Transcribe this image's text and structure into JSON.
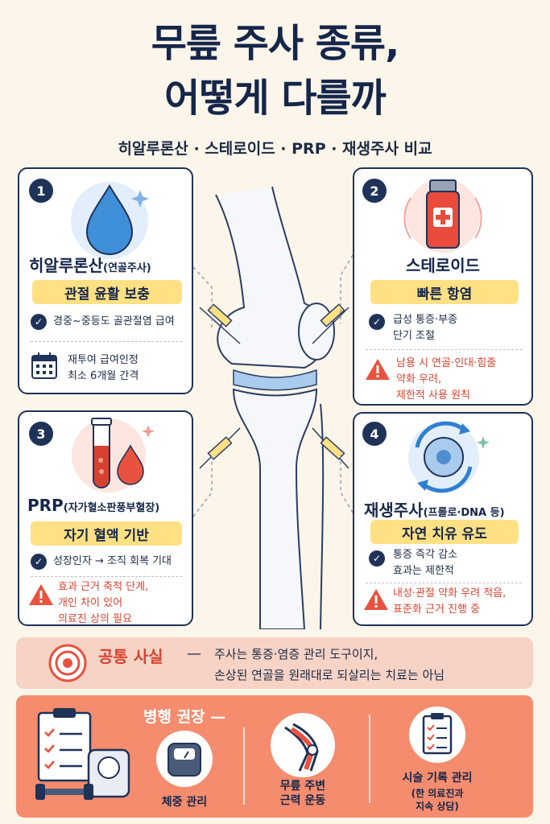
{
  "header": {
    "title_line1": "무릎 주사 종류,",
    "title_line2": "어떻게 다를까",
    "subtitle": "히알루론산 · 스테로이드 · PRP · 재생주사 비교"
  },
  "cards": [
    {
      "number": "1",
      "title": "히알루론산",
      "title_note": "(연골주사)",
      "highlight": "관절 윤활 보충",
      "point": "경중~중등도 골관절염 급여",
      "note_line1": "재투여 급여인정",
      "note_line2": "최소 6개월 간격"
    },
    {
      "number": "2",
      "title": "스테로이드",
      "highlight": "빠른 항염",
      "point_line1": "급성 통증·부종",
      "point_line2": "단기 조절",
      "warn_line1": "남용 시 연골·인대·힘줄",
      "warn_line2": "약화 우려,",
      "warn_line3": "제한적 사용 원칙"
    },
    {
      "number": "3",
      "title": "PRP",
      "title_note": "(자가혈소판풍부혈장)",
      "highlight": "자기 혈액 기반",
      "point": "성장인자 → 조직 회복 기대",
      "warn_line1": "효과 근거 축적 단계,",
      "warn_line2": "개인 차이 있어",
      "warn_line3": "의료진 상의 필요"
    },
    {
      "number": "4",
      "title": "재생주사",
      "title_note": "(프롤로·DNA 등)",
      "highlight": "자연 치유 유도",
      "point_line1": "통증 즉각 감소",
      "point_line2": "효과는 제한적",
      "warn_line1": "내성·관절 약화 우려 적음,",
      "warn_line2": "표준화 근거 진행 중"
    }
  ],
  "common": {
    "label": "공통 사실",
    "dash": "—",
    "text_line1": "주사는 통증·염증 관리 도구이지,",
    "text_line2": "손상된 연골을 원래대로 되살리는 치료는 아님"
  },
  "recommend": {
    "title": "병행 권장 —",
    "items": [
      {
        "label": "체중 관리"
      },
      {
        "label_line1": "무릎 주변",
        "label_line2": "근력 운동"
      },
      {
        "label": "시술 기록 관리",
        "sub_line1": "(한 의료진과",
        "sub_line2": "지속 상담)"
      }
    ]
  },
  "colors": {
    "navy": "#1f3258",
    "highlight_yellow": "#ffe083",
    "warning_red": "#d8432f",
    "common_bg": "#f7d3c6",
    "recommend_bg": "#f58c6e",
    "page_bg": "#fbf5ea"
  }
}
